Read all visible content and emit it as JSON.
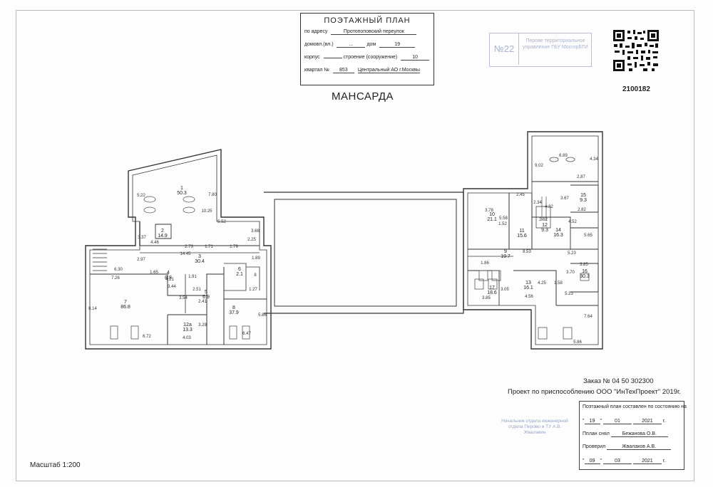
{
  "header": {
    "title": "ПОЭТАЖНЫЙ ПЛАН",
    "address_label": "по адресу",
    "address_value": "Протопоповский переулок",
    "house_label": "домовл.(вл.)",
    "house_value": "...",
    "dom_label": "дом",
    "dom_value": "19",
    "korpus_label": "корпус",
    "korpus_value": "",
    "building_label": "строение (сооружение)",
    "building_value": "10",
    "quarter_label": "квартал №",
    "quarter_value": "853",
    "district_value": "Центральный АО г.Москвы"
  },
  "stamp": {
    "number": "№22",
    "text": "Перове территориальное управление ГБУ МосгорБТИ"
  },
  "code": "2100182",
  "floor_name": "МАНСАРДА",
  "order": "Заказ № 04 50 302300",
  "project": "Проект по приспособлению ООО \"ИнТехПроект\" 2019г.",
  "info": {
    "state_label": "Поэтажный план составлен по состоянию на",
    "date1_day": "19",
    "date1_month": "01",
    "date1_year": "2021",
    "year_suffix": "г.",
    "took_label": "Пплан снял",
    "took_name": "Бежанова О.В.",
    "checked_label": "Проверил",
    "checked_name": "Жвалаков А.В.",
    "date2_day": "09",
    "date2_month": "03",
    "date2_year": "2021"
  },
  "blue_note": "Начальник отдела инженерной отдела Перово и ТУ А.В. Жвалакин",
  "scale": "Масштаб 1:200",
  "rooms": [
    {
      "no": "1",
      "area": "50.3"
    },
    {
      "no": "2",
      "area": "14.9"
    },
    {
      "no": "3",
      "area": "30.4"
    },
    {
      "no": "4",
      "area": "8.8"
    },
    {
      "no": "5",
      "area": "6.9"
    },
    {
      "no": "6",
      "area": "2.1"
    },
    {
      "no": "7",
      "area": "86.8"
    },
    {
      "no": "8",
      "area": "37.9"
    },
    {
      "no": "12а",
      "area": "13.3"
    },
    {
      "no": "9",
      "area": "19.7"
    },
    {
      "no": "10",
      "area": "21.1"
    },
    {
      "no": "11",
      "area": "15.6"
    },
    {
      "no": "12",
      "area": "9.3"
    },
    {
      "no": "13",
      "area": "16.1"
    },
    {
      "no": "14",
      "area": "16.3"
    },
    {
      "no": "15",
      "area": "9.3"
    },
    {
      "no": "16",
      "area": "30.3"
    },
    {
      "no": "17",
      "area": "18.6"
    }
  ],
  "dims": {
    "d1": "5.22",
    "d2": "10.25",
    "d3": "7.80",
    "d4": "5.52",
    "d5": "3.68",
    "d6": "4.46",
    "d7": "2.73",
    "d8": "1.71",
    "d9": "1.79",
    "d10": "2.25",
    "d11": "14.45",
    "d12": "1.89",
    "d13": "4.21",
    "d14": "1.65",
    "d15": "1.91",
    "d16": "8",
    "d17": "1.27",
    "d18": "3.44",
    "d19": "3.54",
    "d20": "2.51",
    "d21": "2.41",
    "d22": "5.86",
    "d23": "8.14",
    "d24": "6.72",
    "d25": "4.03",
    "d26": "3.29",
    "d27": "6.47",
    "d28": "7.26",
    "d29": "6.30",
    "d30": "2.97",
    "d31": "3.37",
    "d32": "6.89",
    "d33": "4.34",
    "d34": "9.02",
    "d35": "2.87",
    "d36": "3.67",
    "d37": "2.82",
    "d38": "2.45",
    "d39": "3.78",
    "d40": "5.58",
    "d41": "2.34",
    "d42": "4.32",
    "d43": "2.62",
    "d44": "4.52",
    "d45": "5.65",
    "d46": "8.53",
    "d47": "5.23",
    "d48": "1.86",
    "d49": "3.85",
    "d50": "3.70",
    "d51": "1.58",
    "d52": "3.05",
    "d53": "4.25",
    "d54": "4.56",
    "d55": "5.23",
    "d56": "7.64",
    "d57": "5.86",
    "d58": "3.85",
    "d59": "1.52"
  }
}
